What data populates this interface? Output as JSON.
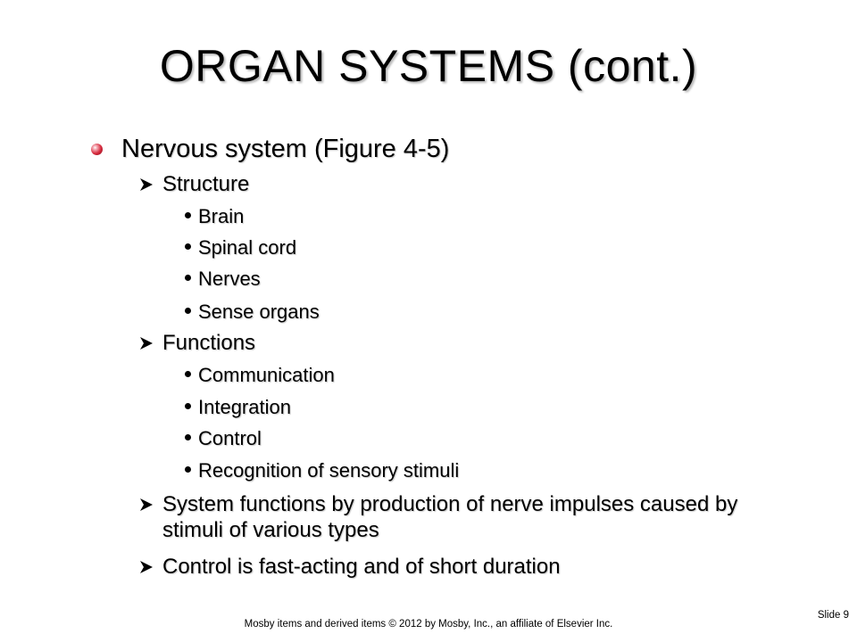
{
  "slide": {
    "title": "ORGAN SYSTEMS (cont.)",
    "heading": "Nervous system (Figure 4-5)",
    "structure_label": "Structure",
    "structure_items": [
      "Brain",
      "Spinal cord",
      "Nerves",
      "Sense organs"
    ],
    "functions_label": "Functions",
    "functions_items": [
      "Communication",
      "Integration",
      "Control",
      "Recognition of sensory stimuli"
    ],
    "point1": "System functions by production of nerve impulses caused by stimuli of various types",
    "point2": "Control is fast-acting and of short duration",
    "footer": "Mosby items and derived items © 2012 by Mosby, Inc., an affiliate of Elsevier Inc.",
    "slide_number": "Slide 9"
  },
  "colors": {
    "bullet": "#d62a3d",
    "text": "#000000",
    "background": "#ffffff"
  },
  "icons": {
    "level1_bullet": "red-sphere-bullet",
    "level2_bullet": "arrowhead-bullet",
    "level3_bullet": "dot-bullet"
  }
}
